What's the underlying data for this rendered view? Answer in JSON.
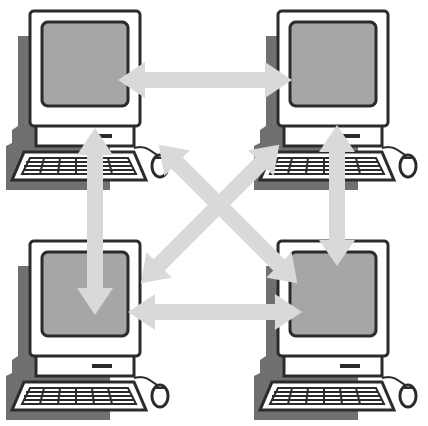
{
  "diagram": {
    "computers": [
      {
        "id": "top-left",
        "icon": "desktop-computer-icon"
      },
      {
        "id": "top-right",
        "icon": "desktop-computer-icon"
      },
      {
        "id": "bottom-left",
        "icon": "desktop-computer-icon"
      },
      {
        "id": "bottom-right",
        "icon": "desktop-computer-icon"
      }
    ],
    "connections": [
      {
        "from": "top-left",
        "to": "top-right",
        "icon": "double-arrow-icon"
      },
      {
        "from": "bottom-left",
        "to": "bottom-right",
        "icon": "double-arrow-icon"
      },
      {
        "from": "top-left",
        "to": "bottom-left",
        "icon": "double-arrow-icon"
      },
      {
        "from": "top-right",
        "to": "bottom-right",
        "icon": "double-arrow-icon"
      },
      {
        "from": "top-left",
        "to": "bottom-right",
        "icon": "double-arrow-icon"
      },
      {
        "from": "top-right",
        "to": "bottom-left",
        "icon": "double-arrow-icon"
      }
    ],
    "colors": {
      "outline": "#2b2b2b",
      "screen": "#a6a6a6",
      "body": "#ffffff",
      "shadow": "#707070",
      "arrow": "#d9d9d9"
    }
  }
}
